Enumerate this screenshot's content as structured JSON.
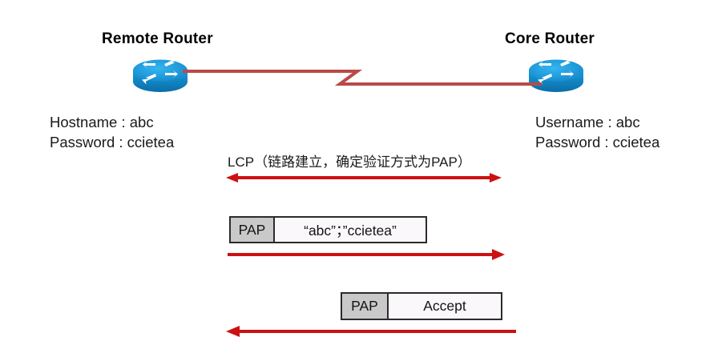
{
  "diagram": {
    "title_remote": "Remote Router",
    "title_core": "Core Router",
    "remote_credentials": {
      "line1": "Hostname : abc",
      "line2": "Password : ccietea"
    },
    "core_credentials": {
      "line1": "Username : abc",
      "line2": "Password : ccietea"
    },
    "steps": {
      "lcp_label": "LCP（链路建立，确定验证方式为PAP）",
      "auth_tag": "PAP",
      "auth_body": "“abc”；”ccietea”",
      "accept_tag": "PAP",
      "accept_body": "Accept"
    },
    "icons": {
      "router_remote": "router-icon",
      "router_core": "router-icon",
      "link": "serial-link-line",
      "arrow_lcp": "double-headed-arrow",
      "arrow_auth": "right-arrow",
      "arrow_accept": "left-arrow"
    },
    "colors": {
      "arrow_red": "#cc1111",
      "link_red": "#b94a48",
      "router_blue": "#1b9bdb",
      "router_blue_dark": "#0f7ab4",
      "tag_gray": "#c9c9c9",
      "box_border": "#2b2b2b",
      "background": "#ffffff"
    }
  }
}
